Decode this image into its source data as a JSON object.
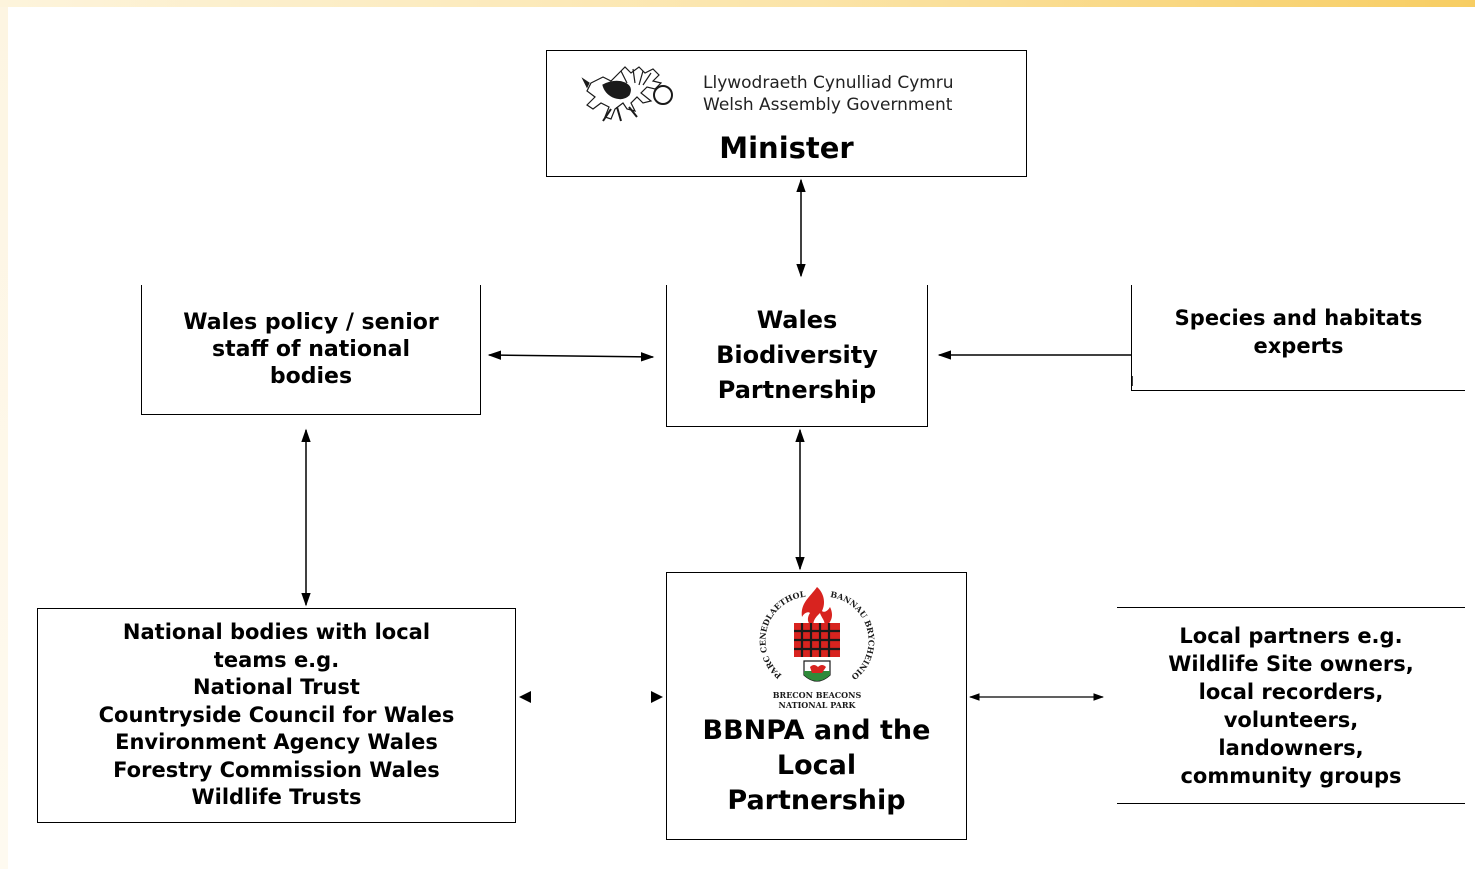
{
  "minister": {
    "org_welsh": "Llywodraeth Cynulliad Cymru",
    "org_english": "Welsh Assembly Government",
    "title": "Minister"
  },
  "wales_policy": {
    "label": "Wales policy / senior\nstaff of national\nbodies"
  },
  "wbp": {
    "label": "Wales\nBiodiversity\nPartnership"
  },
  "species": {
    "label": "Species and habitats\nexperts"
  },
  "national_bodies": {
    "label": "National bodies with local\nteams e.g.\nNational Trust\nCountryside Council for Wales\nEnvironment Agency Wales\nForestry Commission Wales\nWildlife Trusts"
  },
  "bbnpa": {
    "label": "BBNPA and the\nLocal\nPartnership",
    "logo_text_line1": "BRECON BEACONS",
    "logo_text_line2": "NATIONAL PARK",
    "logo_ring_left": "PARC CENEDLAETHOL",
    "logo_ring_right": "BANNAU BRYCHEINIOG"
  },
  "local_partners": {
    "label": "Local partners e.g.\nWildlife Site owners,\nlocal recorders,\nvolunteers,\nlandowners,\ncommunity groups"
  },
  "colors": {
    "logo_red": "#d8231f",
    "logo_dark": "#1a1a1a",
    "logo_green": "#2f8a3a"
  }
}
